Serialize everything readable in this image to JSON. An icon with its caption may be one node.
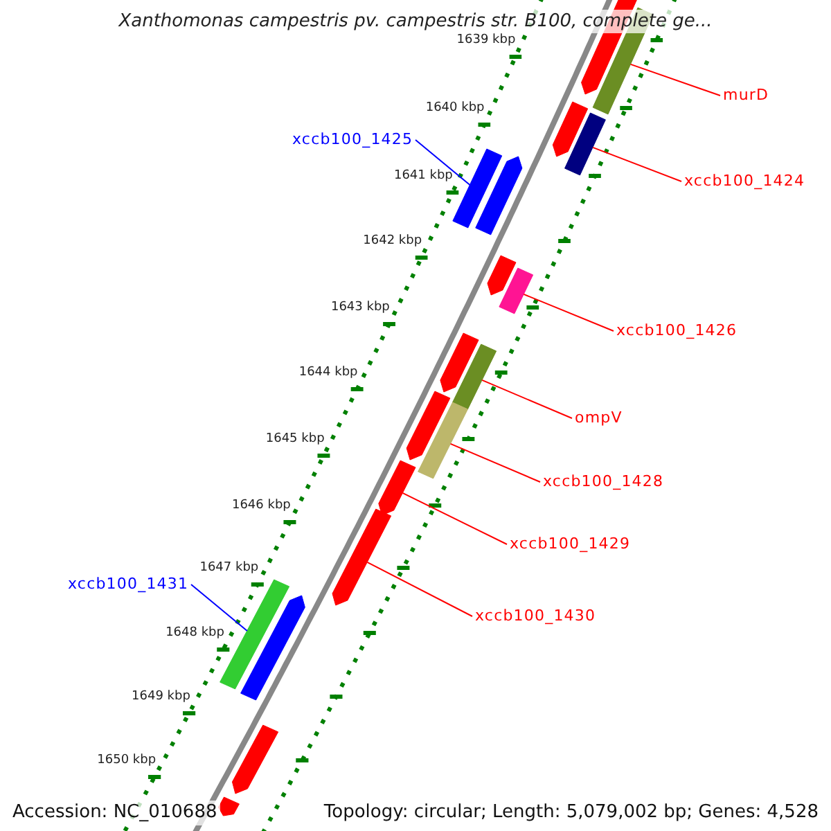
{
  "diagram": {
    "title": "Xanthomonas campestris pv. campestris str. B100, complete ge...",
    "nodes": [
      {
        "text": [
          "murD"
        ]
      },
      {
        "text": [
          "xccb100_1425"
        ]
      },
      {
        "text": [
          "xccb100_1424"
        ]
      },
      {
        "text": [
          "xccb100_1426"
        ]
      },
      {
        "text": [
          "ompV"
        ]
      },
      {
        "text": [
          "xccb100_1428"
        ]
      },
      {
        "text": [
          "xccb100_1429"
        ]
      },
      {
        "text": [
          "xccb100_1431"
        ]
      },
      {
        "text": [
          "xccb100_1430"
        ]
      },
      {
        "text": [],
        "shape": "arrow"
      },
      {
        "text": [],
        "shape": "bar"
      },
      {
        "text": [],
        "shape": "arrow"
      },
      {
        "text": [],
        "shape": "bar"
      },
      {
        "text": [],
        "shape": "bar"
      },
      {
        "text": [],
        "shape": "arrow"
      },
      {
        "text": [],
        "shape": "arrow"
      },
      {
        "text": [],
        "shape": "bar"
      },
      {
        "text": [],
        "shape": "arrow"
      },
      {
        "text": [],
        "shape": "bar"
      },
      {
        "text": [],
        "shape": "arrow"
      },
      {
        "text": [],
        "shape": "bar"
      },
      {
        "text": [],
        "shape": "arrow"
      },
      {
        "text": [],
        "shape": "arrow"
      },
      {
        "text": [],
        "shape": "bar"
      },
      {
        "text": [],
        "shape": "arrow"
      },
      {
        "text": [],
        "shape": "arrow"
      },
      {
        "text": [],
        "shape": "arrow"
      }
    ],
    "edges": [
      {
        "from": 0,
        "to": 10,
        "arrow": "none"
      },
      {
        "from": 1,
        "to": 13,
        "arrow": "none",
        "color": "#0000ff"
      },
      {
        "from": 2,
        "to": 12,
        "arrow": "none"
      },
      {
        "from": 3,
        "to": 16,
        "arrow": "none"
      },
      {
        "from": 4,
        "to": 18,
        "arrow": "none"
      },
      {
        "from": 5,
        "to": 20,
        "arrow": "none"
      },
      {
        "from": 6,
        "to": 21,
        "arrow": "none"
      },
      {
        "from": 7,
        "to": 23,
        "arrow": "none",
        "color": "#0000ff"
      },
      {
        "from": 8,
        "to": 22,
        "arrow": "none"
      }
    ],
    "labels": [
      "1639 kbp",
      "1640 kbp",
      "1641 kbp",
      "1642 kbp",
      "1643 kbp",
      "1644 kbp",
      "1645 kbp",
      "1646 kbp",
      "1647 kbp",
      "1648 kbp",
      "1649 kbp",
      "1650 kbp",
      "Accession: NC_010688",
      "Topology: circular; Length: 5,079,002 bp; Genes: 4,528"
    ]
  }
}
